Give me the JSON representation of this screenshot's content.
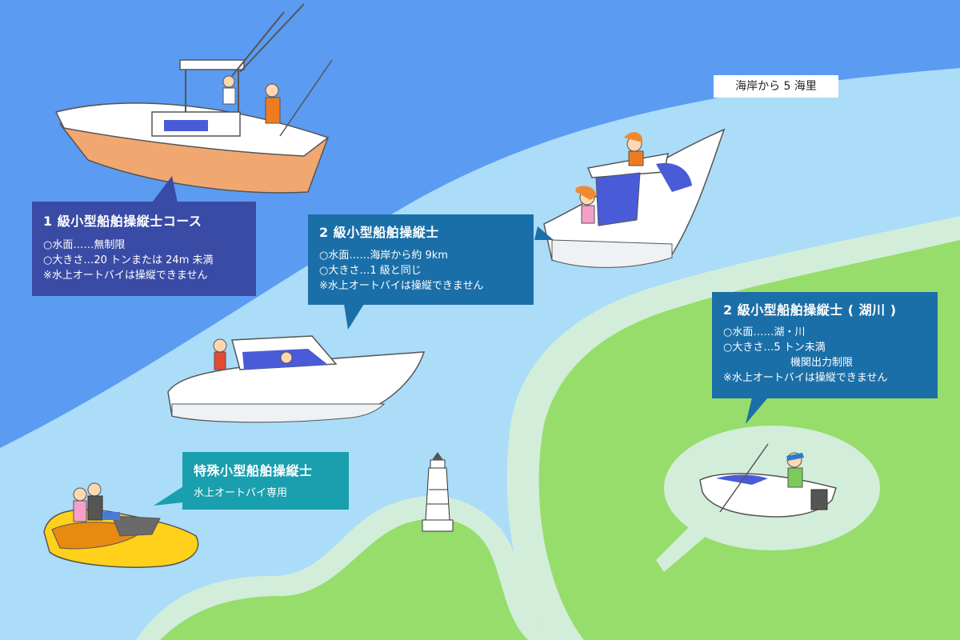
{
  "distance_label": "海岸から 5 海里",
  "class1": {
    "title": "1 級小型船舶操縦士コース",
    "water": "○水面……無制限",
    "size": "○大きさ…20 トンまたは 24m 未満",
    "note": "※水上オートバイは操縦できません",
    "color": "#3a4ba5"
  },
  "class2": {
    "title": "2 級小型船舶操縦士",
    "water": "○水面……海岸から約 9km",
    "size": "○大きさ…1 級と同じ",
    "note": "※水上オートバイは操縦できません",
    "color": "#1b6fa8"
  },
  "class2_lake": {
    "title": "2 級小型船舶操縦士 ( 湖川 )",
    "water": "○水面……湖・川",
    "size": "○大きさ…5 トン未満",
    "size_extra": "機関出力制限",
    "note": "※水上オートバイは操縦できません",
    "color": "#1b6fa8"
  },
  "special": {
    "title": "特殊小型船舶操縦士",
    "desc": "水上オートバイ専用",
    "color": "#1a9fae"
  },
  "colors": {
    "open_sea": "#5b9bf2",
    "coastal_sea": "#abdcf8",
    "land": "#97dd6b",
    "shore": "#d2eeda"
  }
}
